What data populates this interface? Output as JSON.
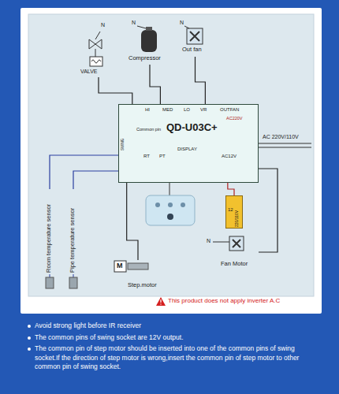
{
  "diagram": {
    "nodes": [
      {
        "text": [
          "VALVE"
        ]
      },
      {
        "text": [
          "Compressor"
        ]
      },
      {
        "text": [
          "Out fan"
        ]
      },
      {
        "text": [
          "QD-U03C+",
          "HI",
          "MED",
          "LO",
          "VR",
          "OUTFAN",
          "AC220V",
          "Common pin",
          "SWING",
          "RT",
          "PT",
          "DISPLAY",
          "AC12V"
        ]
      },
      {
        "text": [
          "Room temperature sensor"
        ]
      },
      {
        "text": [
          "Pipe temperature sensor"
        ]
      },
      {
        "text": [
          "12",
          "220/110V"
        ]
      },
      {
        "text": [
          "Fan Motor"
        ]
      },
      {
        "text": [
          "M",
          "Step.motor"
        ]
      }
    ],
    "edges": [
      {
        "from": 3,
        "to": 0,
        "arrow": "none"
      },
      {
        "from": 3,
        "to": 1,
        "arrow": "none"
      },
      {
        "from": 3,
        "to": 2,
        "arrow": "none"
      },
      {
        "from": 3,
        "to": 4,
        "arrow": "none"
      },
      {
        "from": 3,
        "to": 5,
        "arrow": "none"
      },
      {
        "from": 3,
        "to": 6,
        "arrow": "none"
      },
      {
        "from": 3,
        "to": 7,
        "arrow": "none"
      },
      {
        "from": 3,
        "to": 8,
        "arrow": "none"
      }
    ],
    "labels": [
      "N",
      "N",
      "N",
      "AC 220V/110V",
      "N",
      "This product does not apply inverter A.C",
      "Avoid strong light before IR receiver",
      "The common pins of swing socket are 12V output.",
      "The common pin of step motor should be inserted into one of the common pins of swing socket.If the direction of step motor is wrong,insert the common pin of step motor to other common pin of swing socket."
    ]
  }
}
